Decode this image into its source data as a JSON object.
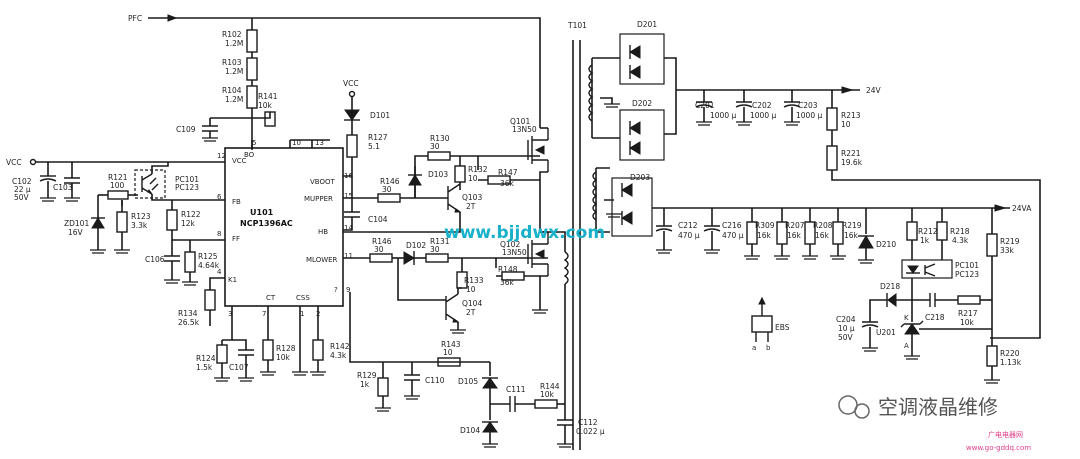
{
  "net_labels": {
    "pfc": "PFC",
    "vcc_left": "VCC",
    "vcc_top": "VCC",
    "out_24v": "24V",
    "out_24va": "24VA"
  },
  "ic": {
    "ref": "U101",
    "part": "NCP1396AC",
    "pins": {
      "bo": "BO",
      "vcc": "VCC",
      "fb": "FB",
      "ff": "FF",
      "ct": "CT",
      "css": "CSS",
      "vboot": "VBOOT",
      "mupper": "MUPPER",
      "hb": "HB",
      "mlower": "MLOWER"
    }
  },
  "components": {
    "r102": "R102",
    "r102_v": "1.2M",
    "r103": "R103",
    "r103_v": "1.2M",
    "r104": "R104",
    "r104_v": "1.2M",
    "r141": "R141",
    "r141_v": "10k",
    "c109": "C109",
    "c102": "C102",
    "c102_v": "22 μ",
    "c102_v2": "50V",
    "c103": "C103",
    "zd101": "ZD101",
    "zd101_v": "16V",
    "r121": "R121",
    "r121_v": "100",
    "pc101": "PC101",
    "pc101_v": "PC123",
    "r123": "R123",
    "r123_v": "3.3k",
    "r122": "R122",
    "r122_v": "12k",
    "c106": "C106",
    "r125": "R125",
    "r125_v": "4.64k",
    "r134": "R134",
    "r134_v": "26.5k",
    "r124": "R124",
    "r124_v": "1.5k",
    "c107": "C107",
    "r128": "R128",
    "r128_v": "10k",
    "r142": "R142",
    "r142_v": "4.3k",
    "d101": "D101",
    "r127": "R127",
    "r127_v": "5.1",
    "c104": "C104",
    "r130": "R130",
    "r130_v": "30",
    "r132": "R132",
    "r132_v": "10",
    "d103": "D103",
    "r146a": "R146",
    "r146a_v": "30",
    "q103": "Q103",
    "q103_v": "2T",
    "r147": "R147",
    "r147_v": "36k",
    "q101": "Q101",
    "q101_v": "13N50",
    "r146b": "R146",
    "r146b_v": "30",
    "d102": "D102",
    "r131": "R131",
    "r131_v": "30",
    "q102": "Q102",
    "q102_v": "13N50",
    "r148": "R148",
    "r148_v": "36k",
    "r133": "R133",
    "r133_v": "10",
    "q104": "Q104",
    "q104_v": "2T",
    "r129": "R129",
    "r129_v": "1k",
    "c110": "C110",
    "r143": "R143",
    "r143_v": "10",
    "d105": "D105",
    "c111": "C111",
    "r144": "R144",
    "r144_v": "10k",
    "d104": "D104",
    "c112": "C112",
    "c112_v": "0.022 μ",
    "t101": "T101",
    "d201": "D201",
    "d202": "D202",
    "c201": "C201",
    "c201_v": "1000 μ",
    "c202": "C202",
    "c202_v": "1000 μ",
    "c203": "C203",
    "c203_v": "1000 μ",
    "r213": "R213",
    "r213_v": "10",
    "r221": "R221",
    "r221_v": "19.6k",
    "d203": "D203",
    "c212": "C212",
    "c212_v": "470 μ",
    "c216": "C216",
    "c216_v": "470 μ",
    "r309": "R309",
    "r309_v": "16k",
    "r207": "R207",
    "r207_v": "16k",
    "r208": "R208",
    "r208_v": "16k",
    "r219a": "R219",
    "r219a_v": "16k",
    "d210": "D210",
    "r212": "R212",
    "r212_v": "1k",
    "r218": "R218",
    "r218_v": "4.3k",
    "r219b": "R219",
    "r219b_v": "33k",
    "pc121": "PC101",
    "pc121_v": "PC123",
    "d218": "D218",
    "c218": "C218",
    "r217": "R217",
    "r217_v": "10k",
    "c204": "C204",
    "c204_v": "10 μ",
    "c204_v2": "50V",
    "u201": "U201",
    "r220": "R220",
    "r220_v": "1.13k",
    "ebs": "EBS",
    "k": "K",
    "a": "A"
  },
  "watermark": "www.bjjdwx.com",
  "logo": {
    "text": "空调液晶维修",
    "site_cn": "广电电器网",
    "site_url": "www.go-gddq.com"
  },
  "colors": {
    "ink": "#1a1a1a",
    "watermark": "#19b1c9",
    "site": "#e03c8a"
  }
}
